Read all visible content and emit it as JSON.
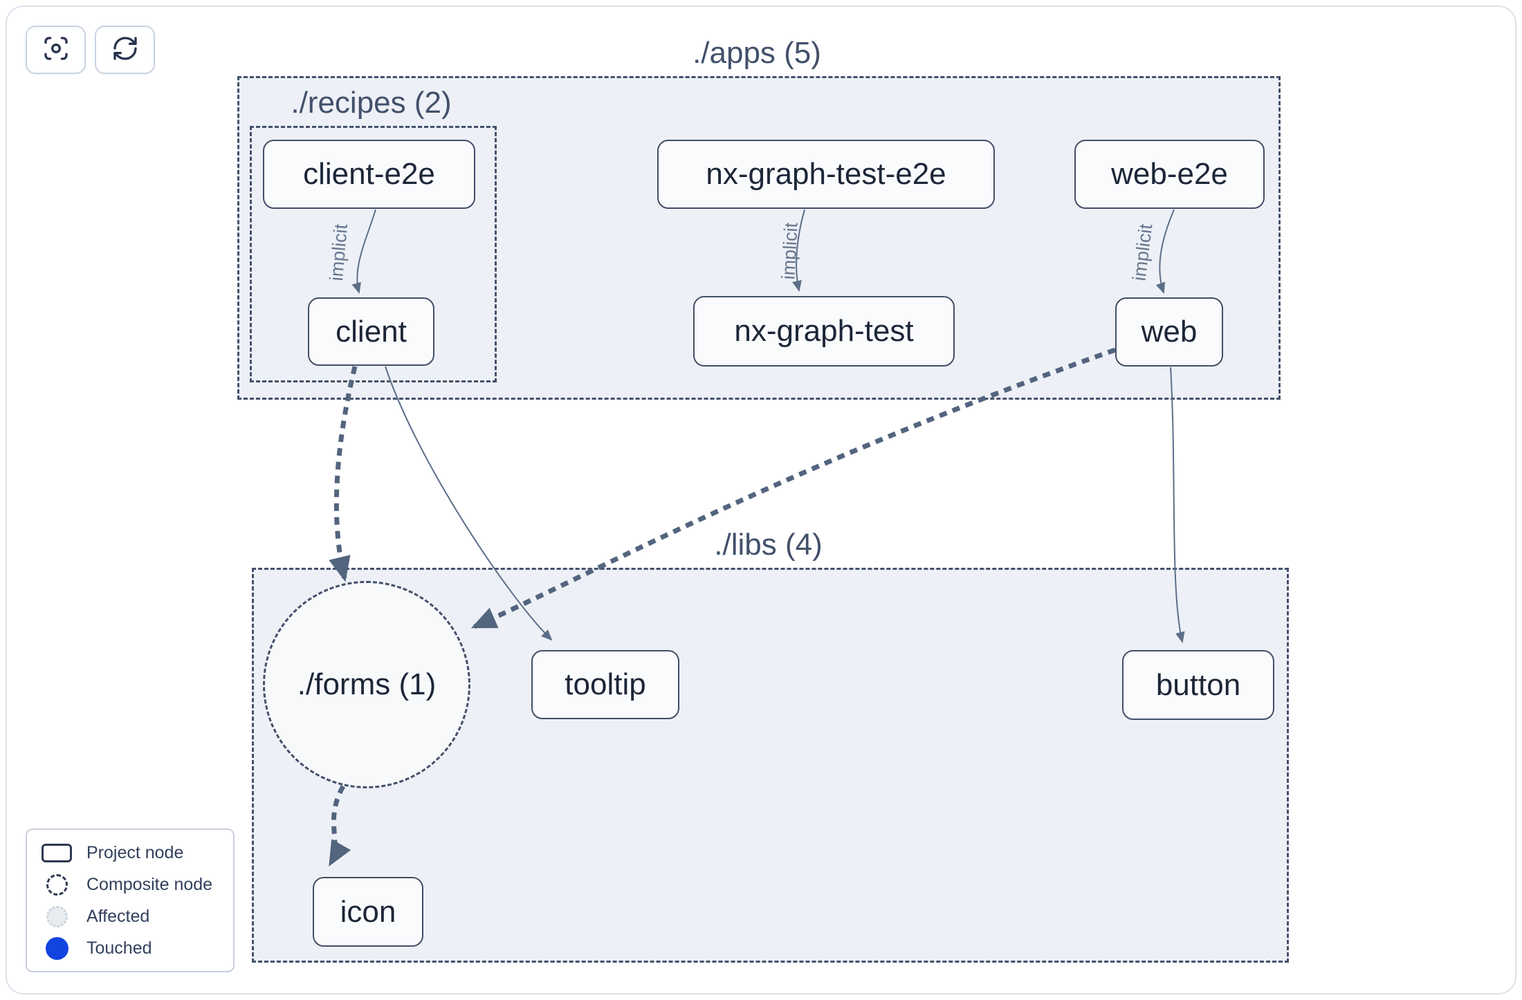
{
  "toolbar": {
    "buttons": [
      {
        "icon": "focus-icon"
      },
      {
        "icon": "refresh-icon"
      }
    ]
  },
  "groups": {
    "apps": {
      "label": "./apps (5)"
    },
    "recipes": {
      "label": "./recipes (2)"
    },
    "libs": {
      "label": "./libs (4)"
    },
    "forms": {
      "label": "./forms (1)"
    }
  },
  "nodes": {
    "client_e2e": {
      "label": "client-e2e"
    },
    "nx_graph_test_e2e": {
      "label": "nx-graph-test-e2e"
    },
    "web_e2e": {
      "label": "web-e2e"
    },
    "client": {
      "label": "client"
    },
    "nx_graph_test": {
      "label": "nx-graph-test"
    },
    "web": {
      "label": "web"
    },
    "tooltip": {
      "label": "tooltip"
    },
    "button": {
      "label": "button"
    },
    "icon": {
      "label": "icon"
    }
  },
  "edges": {
    "client_e2e_to_client": {
      "label": "implicit",
      "style": "solid-thin"
    },
    "nx_e2e_to_nx": {
      "label": "implicit",
      "style": "solid-thin"
    },
    "web_e2e_to_web": {
      "label": "implicit",
      "style": "solid-thin"
    },
    "client_to_forms": {
      "label": "",
      "style": "dashed-thick"
    },
    "client_to_tooltip": {
      "label": "",
      "style": "solid-thin"
    },
    "web_to_forms": {
      "label": "",
      "style": "dashed-thick"
    },
    "web_to_button": {
      "label": "",
      "style": "solid-thin"
    },
    "forms_to_icon": {
      "label": "",
      "style": "dashed-thick"
    }
  },
  "legend": {
    "items": [
      {
        "label": "Project node"
      },
      {
        "label": "Composite node"
      },
      {
        "label": "Affected"
      },
      {
        "label": "Touched"
      }
    ]
  },
  "colors": {
    "container_fill": "#edf0f6",
    "node_border": "#414e68",
    "node_text": "#1c2638",
    "group_label": "#42506a",
    "edge_thin": "#5d6e88",
    "edge_thick": "#53647e",
    "edge_label": "#67778e",
    "touched_blue": "#1244df",
    "affected_fill": "#e8ecf1"
  }
}
